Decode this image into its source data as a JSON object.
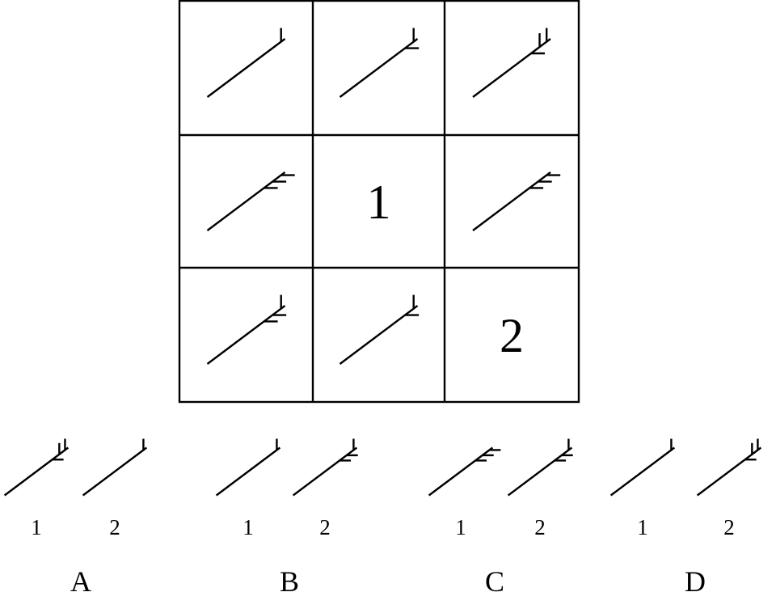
{
  "puzzle": {
    "grid": [
      [
        {
          "fig": "v1"
        },
        {
          "fig": "v1h1"
        },
        {
          "fig": "v2h1"
        }
      ],
      [
        {
          "fig": "h3"
        },
        {
          "label": "1"
        },
        {
          "fig": "h3"
        }
      ],
      [
        {
          "fig": "v1h2"
        },
        {
          "fig": "v1h1"
        },
        {
          "label": "2"
        }
      ]
    ],
    "options": [
      {
        "letter": "A",
        "items": [
          {
            "num": "1",
            "fig": "v2h1"
          },
          {
            "num": "2",
            "fig": "v1"
          }
        ]
      },
      {
        "letter": "B",
        "items": [
          {
            "num": "1",
            "fig": "v1"
          },
          {
            "num": "2",
            "fig": "v1h2"
          }
        ]
      },
      {
        "letter": "C",
        "items": [
          {
            "num": "1",
            "fig": "h3"
          },
          {
            "num": "2",
            "fig": "v1h2"
          }
        ]
      },
      {
        "letter": "D",
        "items": [
          {
            "num": "1",
            "fig": "v1"
          },
          {
            "num": "2",
            "fig": "v2h1"
          }
        ]
      }
    ],
    "line_color": "#000000"
  }
}
